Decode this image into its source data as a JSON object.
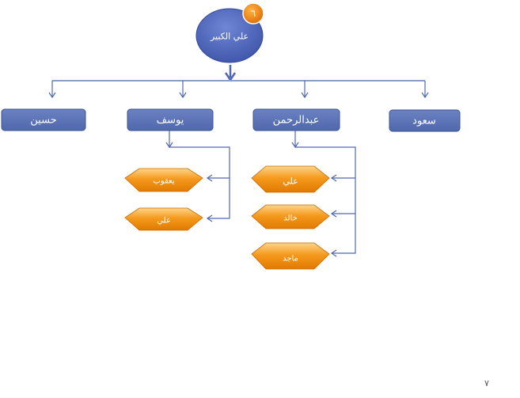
{
  "root": {
    "label": "علي الكبير",
    "badge": "٦"
  },
  "children": [
    {
      "label": "حسين"
    },
    {
      "label": "يوسف",
      "children": [
        {
          "label": "يعقوب"
        },
        {
          "label": "علي"
        }
      ]
    },
    {
      "label": "عبدالرحمن",
      "children": [
        {
          "label": "علي"
        },
        {
          "label": "خالد"
        },
        {
          "label": "ماجد"
        }
      ]
    },
    {
      "label": "سعود"
    }
  ],
  "page_number": "٧",
  "colors": {
    "root_fill": "#4d66c0",
    "badge_fill": "#f07a10",
    "box_fill": "#5b74b5",
    "box_border": "#3e5490",
    "hex_fill": "#f28c12",
    "line": "#4f67b0"
  }
}
